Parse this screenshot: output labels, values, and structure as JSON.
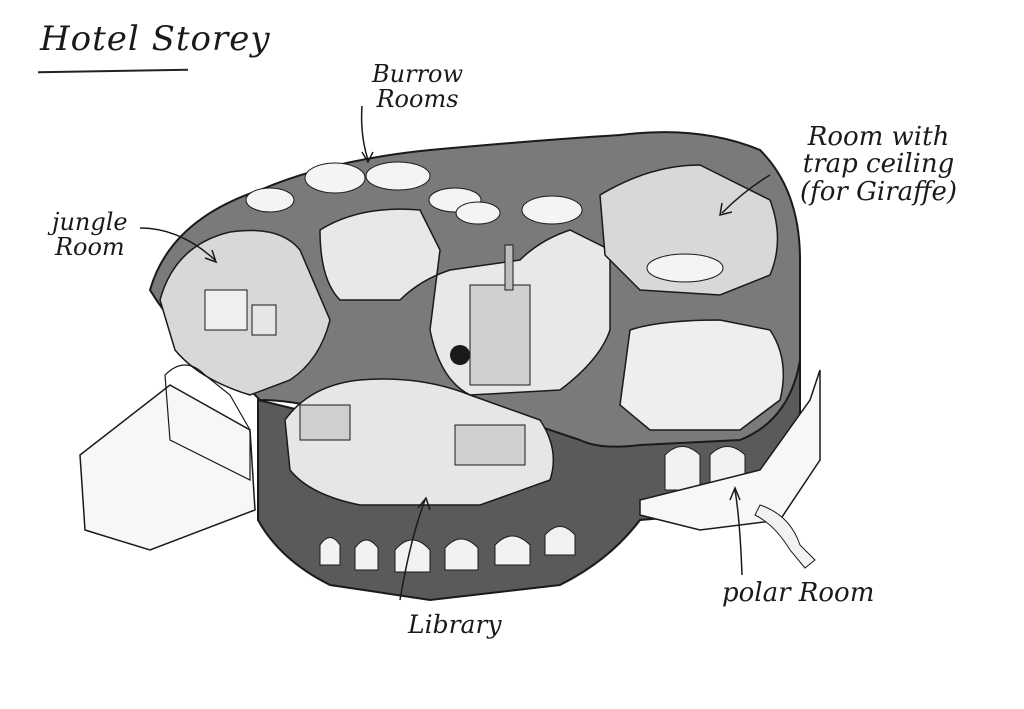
{
  "title": "Hotel Storey",
  "labels": {
    "burrow": [
      "Burrow",
      "Rooms"
    ],
    "trap": [
      "Room with",
      "trap ceiling",
      "(for Giraffe)"
    ],
    "jungle": [
      "jungle",
      "Room"
    ],
    "library": "Library",
    "polar": "polar Room"
  },
  "colors": {
    "ink": "#1a1a1a",
    "roof": "#7a7a7a",
    "wall": "#5a5a5a",
    "floor": "#f2f2f2",
    "inner_wall": "#bdbdbd"
  }
}
